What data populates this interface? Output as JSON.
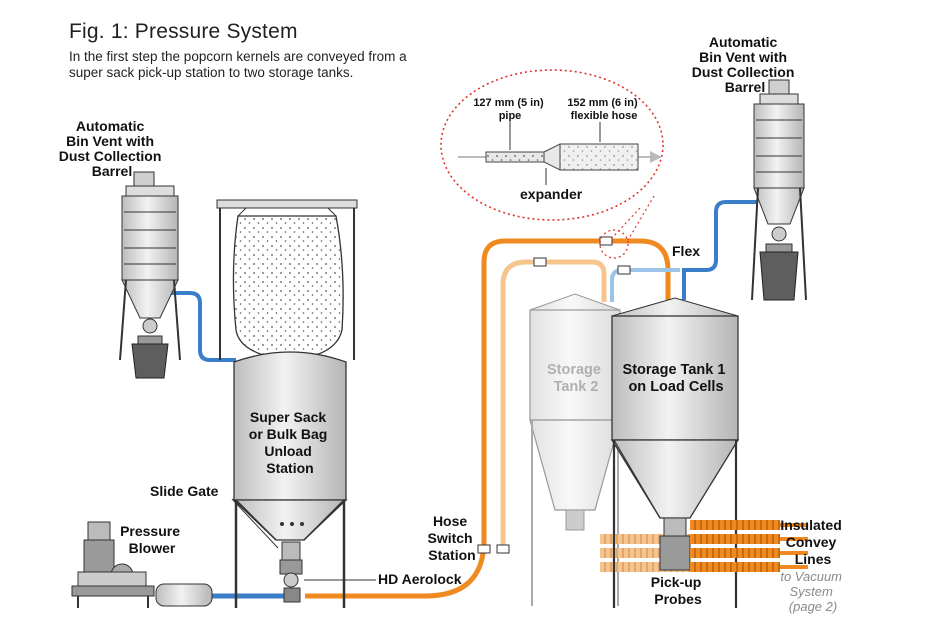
{
  "figure": {
    "title": "Fig. 1: Pressure System",
    "caption": "In the first step the popcorn kernels are conveyed from a super sack pick-up station to two storage tanks."
  },
  "labels": {
    "bin_vent_left": [
      "Automatic",
      "Bin Vent with",
      "Dust Collection",
      "Barrel"
    ],
    "bin_vent_right": [
      "Automatic",
      "Bin Vent with",
      "Dust Collection",
      "Barrel"
    ],
    "unload_station": [
      "Super Sack",
      "or Bulk Bag",
      "Unload",
      "Station"
    ],
    "slide_gate": "Slide Gate",
    "pressure_blower": [
      "Pressure",
      "Blower"
    ],
    "hd_aerolock": "HD Aerolock",
    "hose_switch": [
      "Hose",
      "Switch",
      "Station"
    ],
    "storage_tank_2": [
      "Storage",
      "Tank 2"
    ],
    "storage_tank_1": [
      "Storage Tank 1",
      "on Load Cells"
    ],
    "pickup_probes": [
      "Pick-up",
      "Probes"
    ],
    "flex": "Flex",
    "insulated_lines": [
      "Insulated",
      "Convey",
      "Lines"
    ],
    "vacuum_ref": [
      "to Vacuum",
      "System",
      "(page 2)"
    ],
    "inset_pipe": [
      "127 mm (5 in)",
      "pipe"
    ],
    "inset_hose": [
      "152 mm (6 in)",
      "flexible hose"
    ],
    "inset_expander": "expander"
  },
  "colors": {
    "orange_line": "#ef8a21",
    "light_orange_line": "#f6c48c",
    "blue_line": "#3a7dc9",
    "light_blue_line": "#9cc4e8",
    "red_dotted": "#e0342c",
    "steel_light": "#e4e4e4",
    "steel_dark": "#9a9a9a",
    "label_gray": "#b0b0b0"
  },
  "icons": [
    "bin-vent-icon",
    "super-sack-icon",
    "storage-tank-icon",
    "blower-icon",
    "airlock-icon",
    "slide-gate-icon"
  ]
}
